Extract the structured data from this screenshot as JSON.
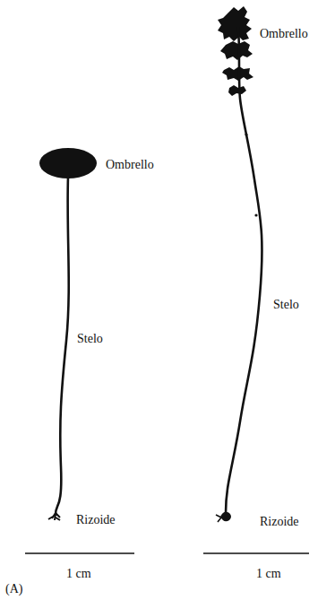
{
  "diagram": {
    "labels": [
      "Ombrello",
      "Ombrello",
      "Stelo",
      "Stelo",
      "Rizoide",
      "Rizoide",
      "1 cm",
      "1 cm",
      "(A)"
    ]
  }
}
